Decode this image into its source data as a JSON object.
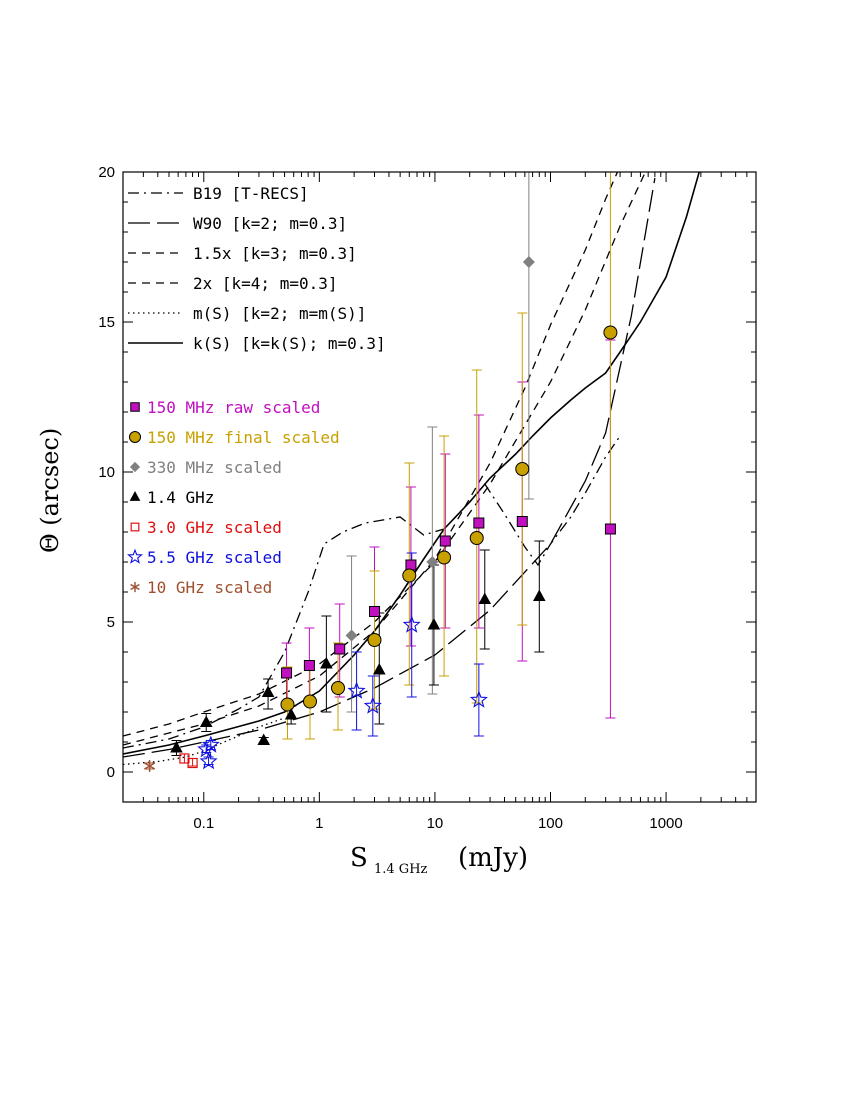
{
  "chart_data": {
    "type": "scatter",
    "xlabel": "S",
    "xlabel_sub": "1.4 GHz",
    "xlabel_unit": "(mJy)",
    "ylabel": "Θ (arcsec)",
    "xscale": "log",
    "xlim": [
      0.02,
      6000
    ],
    "ylim": [
      -1,
      20
    ],
    "x_ticks": [
      0.1,
      1,
      10,
      100,
      1000
    ],
    "x_tick_labels": [
      "0.1",
      "1",
      "10",
      "100",
      "1000"
    ],
    "y_ticks": [
      0,
      5,
      10,
      15,
      20
    ],
    "y_tick_labels": [
      "0",
      "5",
      "10",
      "15",
      "20"
    ],
    "legend_lines": [
      {
        "label": "B19 [T-RECS]",
        "style": "dashdot"
      },
      {
        "label": "W90 [k=2; m=0.3]",
        "style": "longdash"
      },
      {
        "label": "1.5x [k=3; m=0.3]",
        "style": "dash"
      },
      {
        "label": "2x [k=4; m=0.3]",
        "style": "dash"
      },
      {
        "label": "m(S) [k=2; m=m(S)]",
        "style": "dotted"
      },
      {
        "label": "k(S) [k=k(S); m=0.3]",
        "style": "solid"
      }
    ],
    "curves": [
      {
        "id": "b19",
        "style": "dashdot",
        "x": [
          0.02,
          0.05,
          0.1,
          0.2,
          0.3,
          0.5,
          0.8,
          1.1,
          1.6,
          2.5,
          5,
          8,
          12,
          20,
          27,
          40,
          60,
          78,
          100,
          150,
          200,
          300,
          400
        ],
        "y": [
          0.8,
          1.1,
          1.5,
          2.1,
          2.5,
          4.0,
          6.0,
          7.6,
          8.0,
          8.3,
          8.5,
          7.9,
          8.1,
          9.0,
          9.6,
          8.6,
          7.5,
          6.9,
          7.6,
          8.5,
          9.3,
          10.5,
          11.2
        ]
      },
      {
        "id": "w90",
        "style": "longdash",
        "x": [
          0.02,
          0.05,
          0.1,
          0.3,
          1,
          3,
          10,
          30,
          100,
          200,
          300,
          500,
          800
        ],
        "y": [
          0.5,
          0.75,
          1.0,
          1.4,
          2.0,
          2.8,
          3.9,
          5.4,
          7.6,
          9.7,
          11.3,
          15.2,
          19.8
        ]
      },
      {
        "id": "k3",
        "style": "dash",
        "x": [
          0.02,
          0.05,
          0.1,
          0.3,
          1,
          3,
          10,
          30,
          60,
          100,
          200,
          300,
          400
        ],
        "y": [
          0.9,
          1.3,
          1.6,
          2.2,
          3.2,
          4.7,
          7.1,
          10.3,
          12.8,
          14.9,
          17.4,
          19.1,
          20.2
        ]
      },
      {
        "id": "k4",
        "style": "dash",
        "x": [
          0.02,
          0.05,
          0.1,
          0.3,
          1,
          3,
          10,
          30,
          100,
          200,
          400,
          700
        ],
        "y": [
          1.2,
          1.6,
          2.0,
          2.6,
          3.6,
          5.0,
          7.0,
          9.6,
          13.0,
          15.4,
          18.2,
          20.2
        ]
      },
      {
        "id": "ms",
        "style": "dotted",
        "x": [
          0.02,
          0.04,
          0.07,
          0.1,
          0.15,
          0.2,
          0.3,
          0.5
        ],
        "y": [
          0.25,
          0.35,
          0.5,
          0.7,
          1.0,
          1.2,
          1.5,
          1.8
        ]
      },
      {
        "id": "ks",
        "style": "solid",
        "x": [
          0.02,
          0.05,
          0.1,
          0.3,
          0.5,
          1,
          2,
          3,
          5,
          8,
          12,
          20,
          30,
          50,
          70,
          100,
          150,
          200,
          300,
          400,
          600,
          1000,
          1500,
          2000
        ],
        "y": [
          0.6,
          0.9,
          1.2,
          1.7,
          2.0,
          2.7,
          3.9,
          4.7,
          5.9,
          7.1,
          8.1,
          9.0,
          9.8,
          10.6,
          11.2,
          11.8,
          12.4,
          12.8,
          13.3,
          14.0,
          15.0,
          16.5,
          18.5,
          20.2
        ]
      }
    ],
    "series": [
      {
        "name": "150 MHz raw scaled",
        "marker": "square",
        "color": "#c010c0",
        "points": [
          {
            "x": 0.52,
            "y": 3.3,
            "lo": 2.3,
            "hi": 4.3
          },
          {
            "x": 0.82,
            "y": 3.55,
            "lo": 2.4,
            "hi": 4.8
          },
          {
            "x": 1.5,
            "y": 4.1,
            "lo": 2.5,
            "hi": 5.6
          },
          {
            "x": 3.0,
            "y": 5.35,
            "lo": 3.2,
            "hi": 7.5
          },
          {
            "x": 6.2,
            "y": 6.9,
            "lo": 4.2,
            "hi": 9.5
          },
          {
            "x": 12.3,
            "y": 7.7,
            "lo": 4.8,
            "hi": 10.6
          },
          {
            "x": 24,
            "y": 8.3,
            "lo": 4.8,
            "hi": 11.9
          },
          {
            "x": 57,
            "y": 8.35,
            "lo": 3.7,
            "hi": 13.0
          },
          {
            "x": 330,
            "y": 8.1,
            "lo": 1.8,
            "hi": 14.4
          }
        ]
      },
      {
        "name": "150 MHz final scaled",
        "marker": "circle",
        "color": "#c8a000",
        "points": [
          {
            "x": 0.53,
            "y": 2.25,
            "lo": 1.1,
            "hi": 3.5
          },
          {
            "x": 0.83,
            "y": 2.35,
            "lo": 1.1,
            "hi": 3.7
          },
          {
            "x": 1.45,
            "y": 2.8,
            "lo": 1.4,
            "hi": 4.3
          },
          {
            "x": 3.0,
            "y": 4.4,
            "lo": 2.1,
            "hi": 6.7
          },
          {
            "x": 6.0,
            "y": 6.55,
            "lo": 2.9,
            "hi": 10.3
          },
          {
            "x": 12.0,
            "y": 7.15,
            "lo": 3.2,
            "hi": 11.2
          },
          {
            "x": 23.0,
            "y": 7.8,
            "lo": 2.3,
            "hi": 13.4
          },
          {
            "x": 57,
            "y": 10.1,
            "lo": 4.9,
            "hi": 15.3
          },
          {
            "x": 330,
            "y": 14.65,
            "lo": 8.0,
            "hi": 20
          }
        ]
      },
      {
        "name": "330 MHz scaled",
        "marker": "diamond",
        "color": "#808080",
        "points": [
          {
            "x": 1.9,
            "y": 4.55,
            "lo": 2.0,
            "hi": 7.2
          },
          {
            "x": 9.5,
            "y": 7.0,
            "lo": 2.6,
            "hi": 11.5
          },
          {
            "x": 65,
            "y": 17.0,
            "lo": 9.1,
            "hi": 20
          }
        ]
      },
      {
        "name": "1.4 GHz",
        "marker": "triangle",
        "color": "#000000",
        "points": [
          {
            "x": 0.058,
            "y": 0.8,
            "lo": 0.55,
            "hi": 1.05
          },
          {
            "x": 0.105,
            "y": 1.65,
            "lo": 1.35,
            "hi": 1.95
          },
          {
            "x": 0.33,
            "y": 1.05,
            "lo": 0.95,
            "hi": 1.15
          },
          {
            "x": 0.36,
            "y": 2.65,
            "lo": 2.1,
            "hi": 3.1
          },
          {
            "x": 0.57,
            "y": 1.9,
            "lo": 1.6,
            "hi": 2.2
          },
          {
            "x": 1.15,
            "y": 3.6,
            "lo": 2.0,
            "hi": 5.2
          },
          {
            "x": 3.3,
            "y": 3.4,
            "lo": 1.6,
            "hi": 5.3
          },
          {
            "x": 9.8,
            "y": 4.9,
            "lo": 2.9,
            "hi": 6.9
          },
          {
            "x": 27,
            "y": 5.75,
            "lo": 4.1,
            "hi": 7.4
          },
          {
            "x": 80,
            "y": 5.85,
            "lo": 4.0,
            "hi": 7.7
          }
        ]
      },
      {
        "name": "3.0 GHz scaled",
        "marker": "open-square",
        "color": "#e01010",
        "points": [
          {
            "x": 0.068,
            "y": 0.45,
            "lo": 0.3,
            "hi": 0.6
          },
          {
            "x": 0.08,
            "y": 0.3,
            "lo": 0.2,
            "hi": 0.45
          }
        ]
      },
      {
        "name": "5.5 GHz scaled",
        "marker": "open-star",
        "color": "#1010e0",
        "points": [
          {
            "x": 0.105,
            "y": 0.75,
            "lo": 0.65,
            "hi": 0.9
          },
          {
            "x": 0.115,
            "y": 0.9,
            "lo": 0.75,
            "hi": 1.05
          },
          {
            "x": 0.11,
            "y": 0.35,
            "lo": 0.25,
            "hi": 0.5
          },
          {
            "x": 2.1,
            "y": 2.7,
            "lo": 1.4,
            "hi": 4.0
          },
          {
            "x": 2.9,
            "y": 2.2,
            "lo": 1.2,
            "hi": 3.2
          },
          {
            "x": 6.3,
            "y": 4.9,
            "lo": 2.5,
            "hi": 7.3
          },
          {
            "x": 24,
            "y": 2.4,
            "lo": 1.2,
            "hi": 3.6
          }
        ]
      },
      {
        "name": "10 GHz scaled",
        "marker": "asterisk",
        "color": "#a05030",
        "points": [
          {
            "x": 0.034,
            "y": 0.2,
            "lo": 0.1,
            "hi": 0.3
          }
        ]
      }
    ]
  }
}
